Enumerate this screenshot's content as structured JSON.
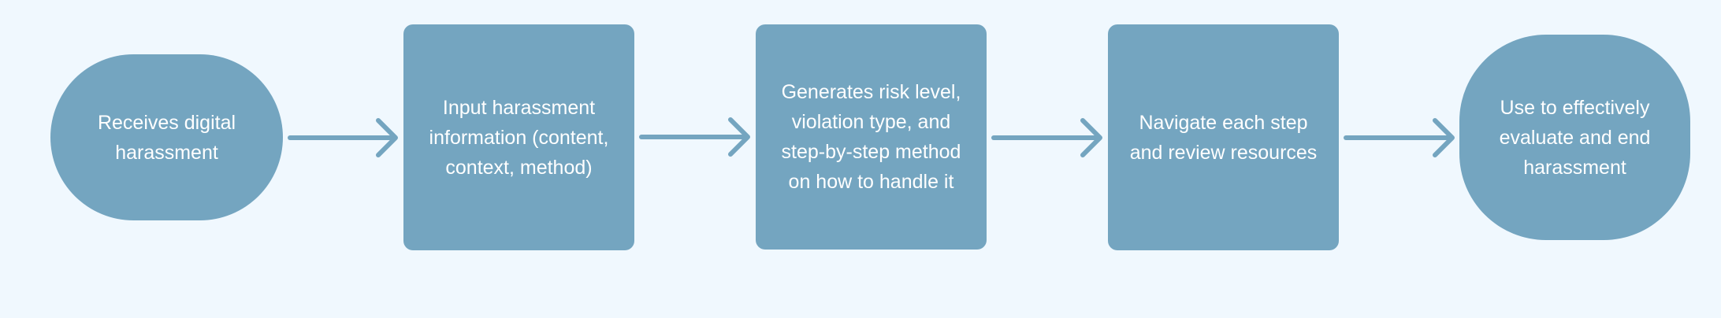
{
  "colors": {
    "background": "#f0f8fe",
    "node_fill": "#74a5c0",
    "node_text": "#ffffff",
    "arrow": "#74a5c0"
  },
  "flow": {
    "steps": [
      {
        "shape": "terminal",
        "label": "Receives digital harassment"
      },
      {
        "shape": "process",
        "label": "Input harassment information (content, context, method)"
      },
      {
        "shape": "process",
        "label": "Generates risk level, violation type, and step-by-step method on how to handle it"
      },
      {
        "shape": "process",
        "label": "Navigate each step and review resources"
      },
      {
        "shape": "terminal",
        "label": "Use to effectively evaluate and end harassment"
      }
    ]
  }
}
